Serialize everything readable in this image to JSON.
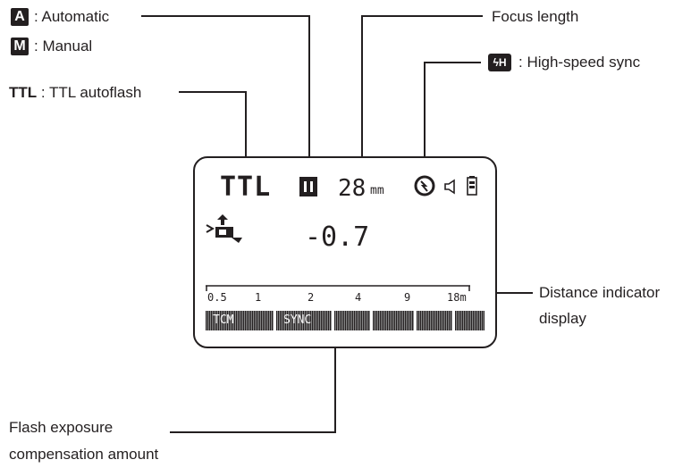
{
  "labels": {
    "automatic_badge": "A",
    "automatic": ": Automatic",
    "manual_badge": "M",
    "manual": ": Manual",
    "ttl_bold": "TTL",
    "ttl_rest": ": TTL autoflash",
    "focus_length": "Focus length",
    "highspeed_badge": "ϟH",
    "highspeed": ": High-speed sync",
    "distance_line1": "Distance indicator",
    "distance_line2": "display",
    "fec_line1": "Flash exposure",
    "fec_line2": "compensation amount"
  },
  "lcd": {
    "mode": "TTL",
    "focal_value": "28",
    "focal_unit": "mm",
    "compensation": "-0.7",
    "scale": [
      "0.5",
      "1",
      "2",
      "4",
      "9",
      "18m"
    ],
    "segments": [
      "TCM",
      "SYNC"
    ]
  }
}
